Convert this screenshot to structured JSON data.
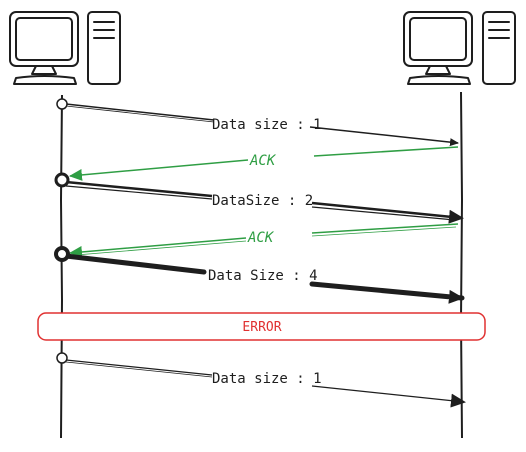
{
  "colors": {
    "stroke": "#1e1e1e",
    "ack": "#2f9e44",
    "error": "#e03131",
    "background": "#ffffff"
  },
  "icons": {
    "left": "computer-icon",
    "right": "computer-icon"
  },
  "messages": [
    {
      "label": "Data size : 1",
      "weight": 1
    },
    {
      "label": "ACK",
      "type": "ack"
    },
    {
      "label": "DataSize : 2",
      "weight": 2
    },
    {
      "label": "ACK",
      "type": "ack"
    },
    {
      "label": "Data Size : 4",
      "weight": 4
    },
    {
      "label": "ERROR",
      "type": "error"
    },
    {
      "label": "Data size : 1",
      "weight": 1
    }
  ]
}
